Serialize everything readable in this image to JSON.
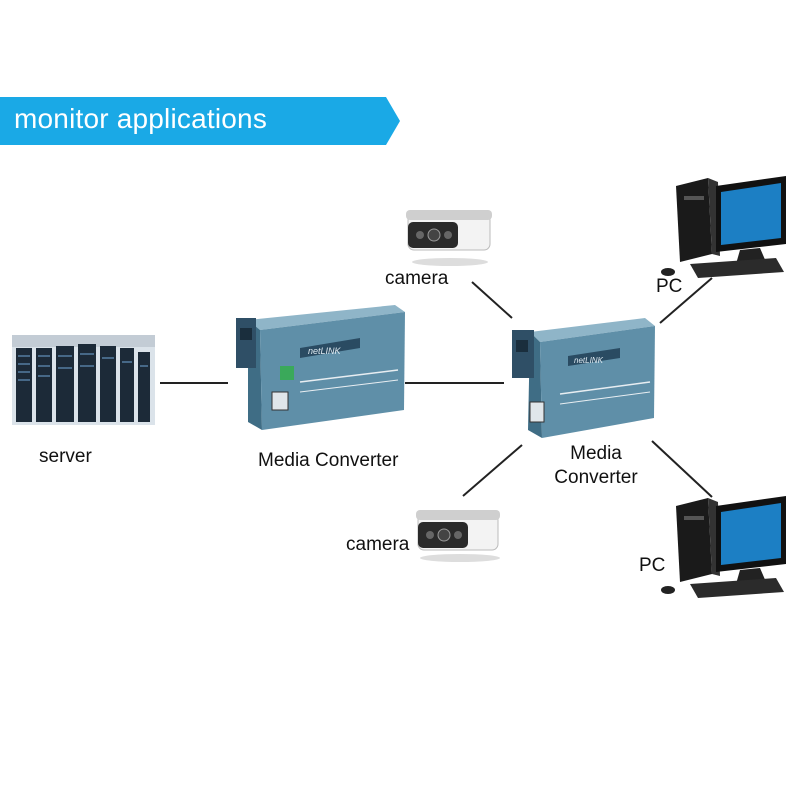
{
  "banner": {
    "title": "monitor applications",
    "color": "#1aa9e6"
  },
  "nodes": {
    "server": {
      "label": "server",
      "icon": "server-rack-icon"
    },
    "converter_left": {
      "label": "Media Converter",
      "brand": "netLINK",
      "icon": "media-converter-icon"
    },
    "converter_right": {
      "label_line1": "Media",
      "label_line2": "Converter",
      "brand": "netLINK",
      "icon": "media-converter-icon"
    },
    "camera_top": {
      "label": "camera",
      "icon": "camera-icon"
    },
    "camera_bottom": {
      "label": "camera",
      "icon": "camera-icon"
    },
    "pc_top": {
      "label": "PC",
      "icon": "pc-icon"
    },
    "pc_bottom": {
      "label": "PC",
      "icon": "pc-icon"
    }
  },
  "colors": {
    "device_blue": "#5f8fa8",
    "line": "#222222",
    "monitor_screen": "#1c7fc4"
  }
}
